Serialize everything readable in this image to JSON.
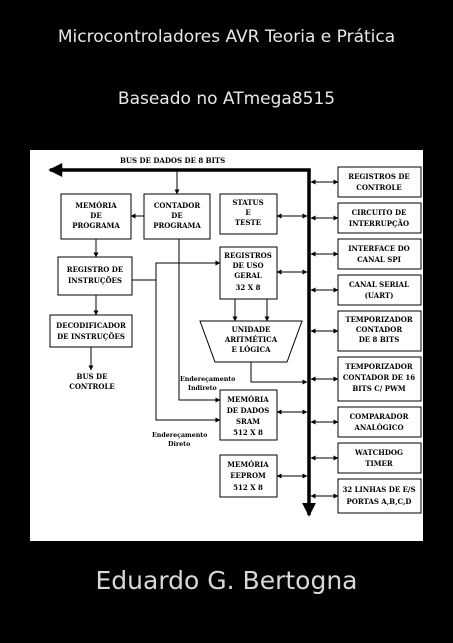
{
  "cover": {
    "title": "Microcontroladores AVR Teoria e Prática",
    "subtitle": "Baseado no ATmega8515",
    "author": "Eduardo G. Bertogna"
  },
  "diagram": {
    "bus_label": "BUS DE DADOS DE 8 BITS",
    "memoria_programa": [
      "MEMÓRIA",
      "DE",
      "PROGRAMA"
    ],
    "contador_programa": [
      "CONTADOR",
      "DE",
      "PROGRAMA"
    ],
    "status_teste": [
      "STATUS",
      "E",
      "TESTE"
    ],
    "registro_instrucoes": [
      "REGISTRO DE",
      "INSTRUÇÕES"
    ],
    "registros_uso_geral": [
      "REGISTROS",
      "DE USO",
      "GERAL",
      "32 X 8"
    ],
    "decodificador": [
      "DECODIFICADOR",
      "DE INSTRUÇÕES"
    ],
    "ula": [
      "UNIDADE",
      "ARITMÉTICA",
      "E LÓGICA"
    ],
    "bus_controle": [
      "BUS DE",
      "CONTROLE"
    ],
    "end_indireto": [
      "Endereçamento",
      "Indireto"
    ],
    "end_direto": [
      "Endereçamento",
      "Direto"
    ],
    "sram": [
      "MEMÓRIA",
      "DE DADOS",
      "SRAM",
      "512 X 8"
    ],
    "eeprom": [
      "MEMÓRIA",
      "EEPROM",
      "512 X 8"
    ],
    "perifericos": [
      [
        "REGISTROS DE",
        "CONTROLE"
      ],
      [
        "CIRCUITO DE",
        "INTERRUPÇÃO"
      ],
      [
        "INTERFACE DO",
        "CANAL SPI"
      ],
      [
        "CANAL SERIAL",
        "(UART)"
      ],
      [
        "TEMPORIZADOR",
        "CONTADOR",
        "DE 8 BITS"
      ],
      [
        "TEMPORIZADOR",
        "CONTADOR DE 16",
        "BITS C/ PWM"
      ],
      [
        "COMPARADOR",
        "ANALÓGICO"
      ],
      [
        "WATCHDOG",
        "TIMER"
      ],
      [
        "32 LINHAS DE E/S",
        "PORTAS A,B,C,D"
      ]
    ]
  }
}
